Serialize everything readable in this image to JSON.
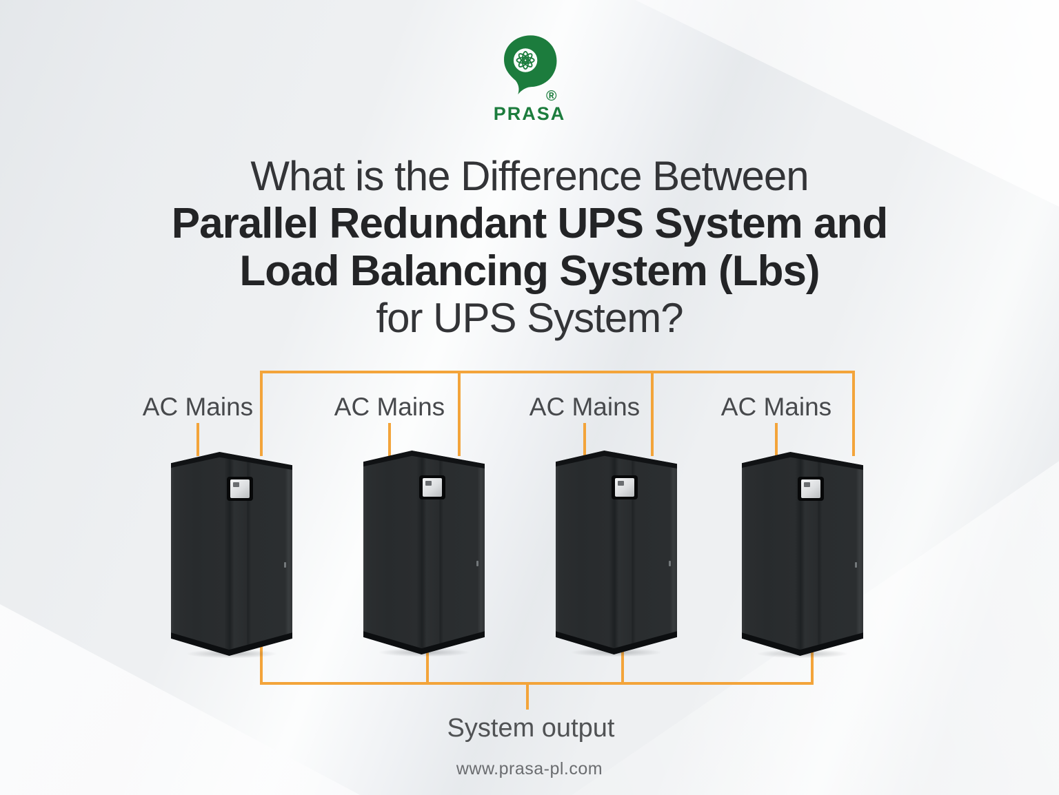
{
  "logo": {
    "brand": "PRASA",
    "registered_mark": "®"
  },
  "title": {
    "line1": "What is the Difference Between",
    "line2": "Parallel Redundant UPS System and",
    "line3": "Load Balancing System (Lbs)",
    "line4": "for UPS System?"
  },
  "diagram": {
    "ac_mains_labels": [
      "AC Mains",
      "AC Mains",
      "AC Mains",
      "AC Mains"
    ],
    "output_label": "System output",
    "unit_count": 4
  },
  "footer": {
    "website": "www.prasa-pl.com"
  },
  "colors": {
    "brand_green": "#1C7C3D",
    "accent_orange": "#F3A43A",
    "title_text": "#232426",
    "label_text": "#47494C",
    "background": "#EEF0F2",
    "cabinet": "#282B2D"
  },
  "icons": {
    "logo": "atom-swoosh-icon"
  }
}
